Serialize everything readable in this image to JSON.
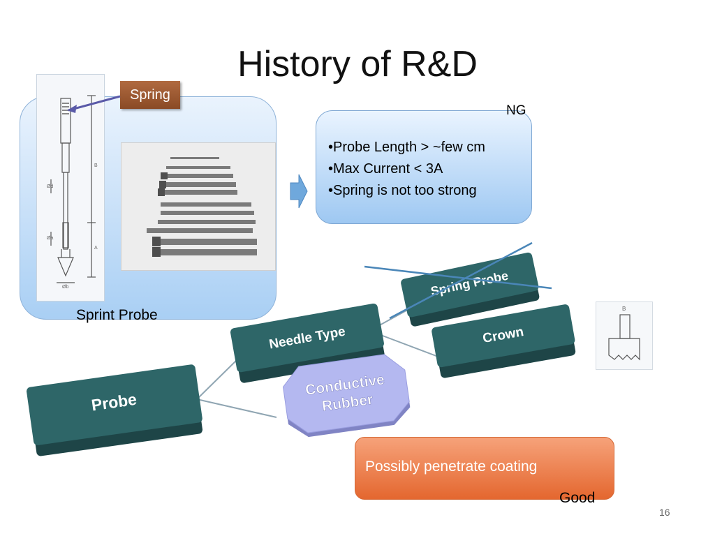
{
  "slide": {
    "title": "History of R&D",
    "page_number": "16"
  },
  "probe_panel": {
    "callout_label": "Spring",
    "caption": "Sprint Probe"
  },
  "notes_box": {
    "status": "NG",
    "items": [
      "•Probe Length > ~few cm",
      "•Max Current < 3A",
      "•Spring is not too strong"
    ]
  },
  "diagram": {
    "root": "Probe",
    "branches": [
      "Needle Type",
      "Conductive Rubber"
    ],
    "needle_children": [
      "Spring Probe",
      "Crown"
    ],
    "conductive_label_lines": [
      "Conductive",
      "Rubber"
    ],
    "crown_sketch_label": "B"
  },
  "result_box": {
    "text": "Possibly penetrate coating",
    "status": "Good"
  },
  "colors": {
    "node_fill": "#2e6668",
    "node_shadow": "#1e4547",
    "conductive_fill": "#b4b8f0",
    "accent_blue": "#5b9bd5",
    "crossout": "#4a86b8"
  }
}
